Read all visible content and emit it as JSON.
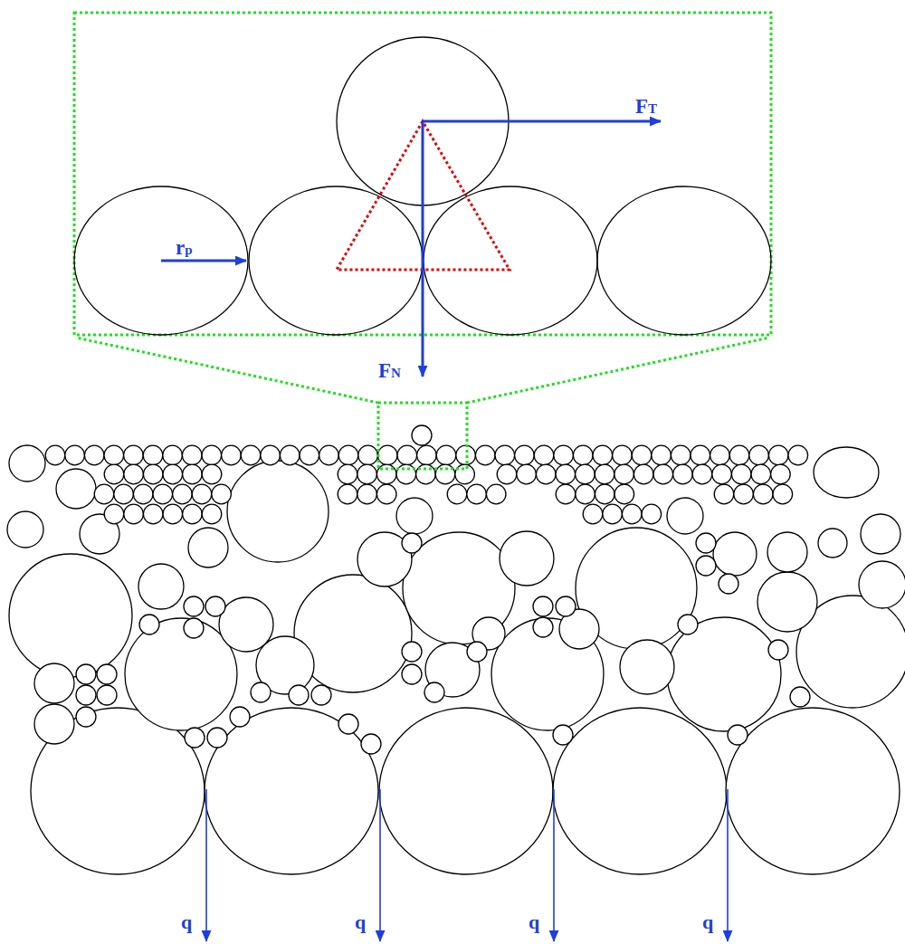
{
  "diagram": {
    "labels": [
      "FT",
      "rp",
      "FN",
      "q",
      "q",
      "q",
      "q"
    ]
  }
}
